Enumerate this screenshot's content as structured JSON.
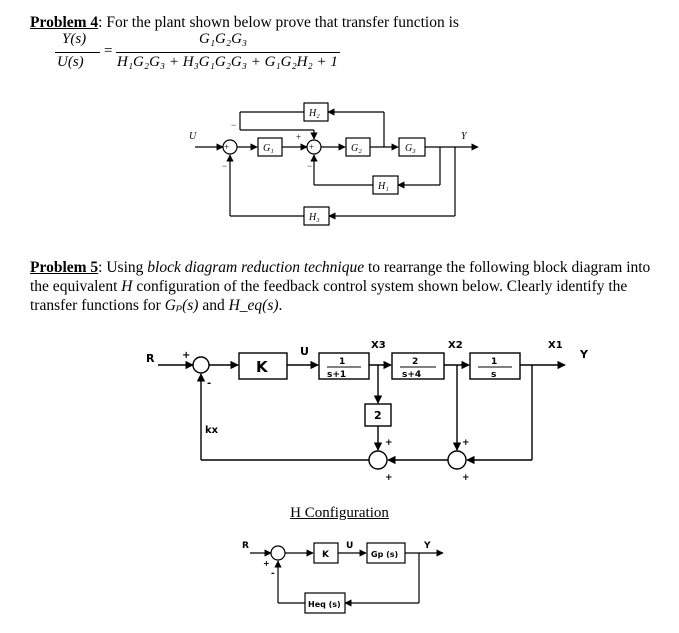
{
  "problem4": {
    "title": "Problem 4",
    "text": ": For the plant shown below prove that transfer function is",
    "lhs_num": "Y(s)",
    "lhs_den": "U(s)",
    "equals": "=",
    "rhs_num": "G₁G₂G₃",
    "rhs_den": "H₁G₂G₃ + H₃G₁G₂G₃ + G₁G₂H₂ + 1"
  },
  "diagram4": {
    "input": "U",
    "output": "Y",
    "blocks": [
      "G₁",
      "G₂",
      "G₃",
      "H₂",
      "H₁",
      "H₃"
    ],
    "signs": [
      "+",
      "+",
      "+",
      "−",
      "−",
      "−"
    ]
  },
  "problem5": {
    "title": "Problem 5",
    "text_a": ": Using ",
    "text_b": "block diagram reduction technique",
    "text_c": " to rearrange the following block diagram into the equivalent ",
    "text_d": "H",
    "text_e": " configuration of the feedback control system shown below. Clearly identify the transfer functions for ",
    "gp": "Gₚ(s)",
    "and": " and ",
    "heq": "H_eq(s)",
    "end": "."
  },
  "diagram5": {
    "R": "R",
    "Y": "Y",
    "U": "U",
    "K": "K",
    "b1": "1 / (s+1)",
    "b2": "2 / (s+4)",
    "b3": "1 / s",
    "b4": "2",
    "kx": "kx",
    "X1": "X1",
    "X2": "X2",
    "X3": "X3",
    "plus": "+",
    "minus": "-"
  },
  "hconfig": {
    "title": "H Configuration",
    "R": "R",
    "K": "K",
    "U": "U",
    "Gp": "Gp (s)",
    "Y": "Y",
    "Heq": "Heq (s)",
    "plus": "+",
    "minus": "-"
  }
}
